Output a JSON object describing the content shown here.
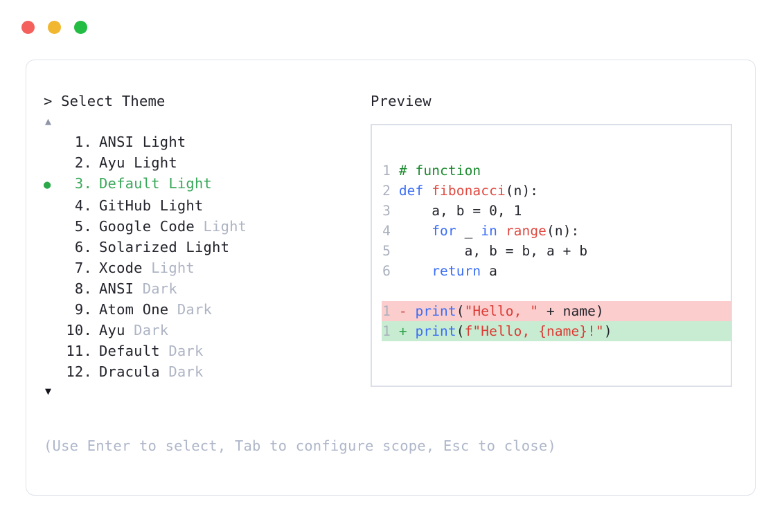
{
  "window_controls": [
    {
      "name": "close",
      "color": "#f4615c"
    },
    {
      "name": "minimize",
      "color": "#f2b731"
    },
    {
      "name": "maximize",
      "color": "#24bd43"
    }
  ],
  "left": {
    "prompt": "> Select Theme",
    "scroll_up_icon": "▲",
    "scroll_down_icon": "▼",
    "selected_index": 3,
    "bullet_icon": "●",
    "items": [
      {
        "num": "1.",
        "name": "ANSI Light",
        "variant": "",
        "selected": false
      },
      {
        "num": "2.",
        "name": "Ayu Light",
        "variant": "",
        "selected": false
      },
      {
        "num": "3.",
        "name": "Default Light",
        "variant": "",
        "selected": true
      },
      {
        "num": "4.",
        "name": "GitHub Light",
        "variant": "",
        "selected": false
      },
      {
        "num": "5.",
        "name": "Google Code",
        "variant": "Light",
        "selected": false
      },
      {
        "num": "6.",
        "name": "Solarized Light",
        "variant": "",
        "selected": false
      },
      {
        "num": "7.",
        "name": "Xcode",
        "variant": "Light",
        "selected": false
      },
      {
        "num": "8.",
        "name": "ANSI",
        "variant": "Dark",
        "selected": false
      },
      {
        "num": "9.",
        "name": "Atom One",
        "variant": "Dark",
        "selected": false
      },
      {
        "num": "10.",
        "name": "Ayu",
        "variant": "Dark",
        "selected": false
      },
      {
        "num": "11.",
        "name": "Default",
        "variant": "Dark",
        "selected": false
      },
      {
        "num": "12.",
        "name": "Dracula",
        "variant": "Dark",
        "selected": false
      }
    ]
  },
  "right": {
    "label": "Preview",
    "code_lines": [
      {
        "ln": "1",
        "tokens": [
          {
            "t": "# function",
            "c": "comment"
          }
        ]
      },
      {
        "ln": "2",
        "tokens": [
          {
            "t": "def ",
            "c": "kw"
          },
          {
            "t": "fibonacci",
            "c": "fn"
          },
          {
            "t": "(n):",
            "c": "plain"
          }
        ]
      },
      {
        "ln": "3",
        "tokens": [
          {
            "t": "    a, b = 0, 1",
            "c": "plain"
          }
        ]
      },
      {
        "ln": "4",
        "tokens": [
          {
            "t": "    ",
            "c": "plain"
          },
          {
            "t": "for",
            "c": "kw"
          },
          {
            "t": " _ ",
            "c": "plain"
          },
          {
            "t": "in ",
            "c": "kw"
          },
          {
            "t": "range",
            "c": "fn"
          },
          {
            "t": "(n):",
            "c": "plain"
          }
        ]
      },
      {
        "ln": "5",
        "tokens": [
          {
            "t": "        a, b = b, a + b",
            "c": "plain"
          }
        ]
      },
      {
        "ln": "6",
        "tokens": [
          {
            "t": "    ",
            "c": "plain"
          },
          {
            "t": "return",
            "c": "kw"
          },
          {
            "t": " a",
            "c": "plain"
          }
        ]
      }
    ],
    "diff_lines": [
      {
        "ln": "1",
        "kind": "del",
        "marker": "-",
        "tokens": [
          {
            "t": "print",
            "c": "kw"
          },
          {
            "t": "(",
            "c": "plain"
          },
          {
            "t": "\"Hello, \"",
            "c": "str"
          },
          {
            "t": " + name)",
            "c": "plain"
          }
        ]
      },
      {
        "ln": "1",
        "kind": "add",
        "marker": "+",
        "tokens": [
          {
            "t": "print",
            "c": "kw"
          },
          {
            "t": "(",
            "c": "plain"
          },
          {
            "t": "f\"Hello, {name}!\"",
            "c": "str"
          },
          {
            "t": ")",
            "c": "plain"
          }
        ]
      }
    ]
  },
  "footer": {
    "hint": "(Use Enter to select, Tab to configure scope, Esc to close)"
  }
}
